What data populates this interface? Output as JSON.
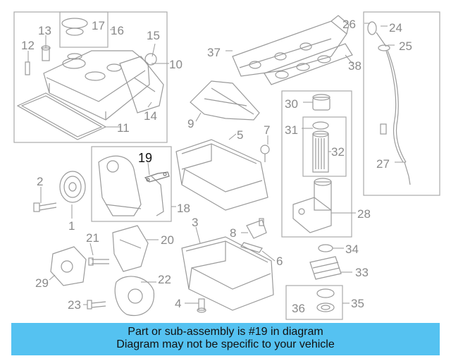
{
  "callouts": {
    "c1": "1",
    "c2": "2",
    "c3": "3",
    "c4": "4",
    "c5": "5",
    "c6": "6",
    "c7": "7",
    "c8": "8",
    "c9": "9",
    "c10": "10",
    "c11": "11",
    "c12": "12",
    "c13": "13",
    "c14": "14",
    "c15": "15",
    "c16": "16",
    "c17": "17",
    "c18": "18",
    "c19": "19",
    "c20": "20",
    "c21": "21",
    "c22": "22",
    "c23": "23",
    "c24": "24",
    "c25": "25",
    "c26": "26",
    "c27": "27",
    "c28": "28",
    "c29": "29",
    "c30": "30",
    "c31": "31",
    "c32": "32",
    "c33": "33",
    "c34": "34",
    "c35": "35",
    "c36": "36",
    "c37": "37",
    "c38": "38"
  },
  "highlighted_part": "19",
  "colors": {
    "banner": "#55c2f1",
    "line_art": "#9a9a9a",
    "highlight_text": "#111111"
  },
  "banner": {
    "line1": "Part or sub-assembly is #19 in diagram",
    "line2": "Diagram may not be specific to your vehicle"
  }
}
